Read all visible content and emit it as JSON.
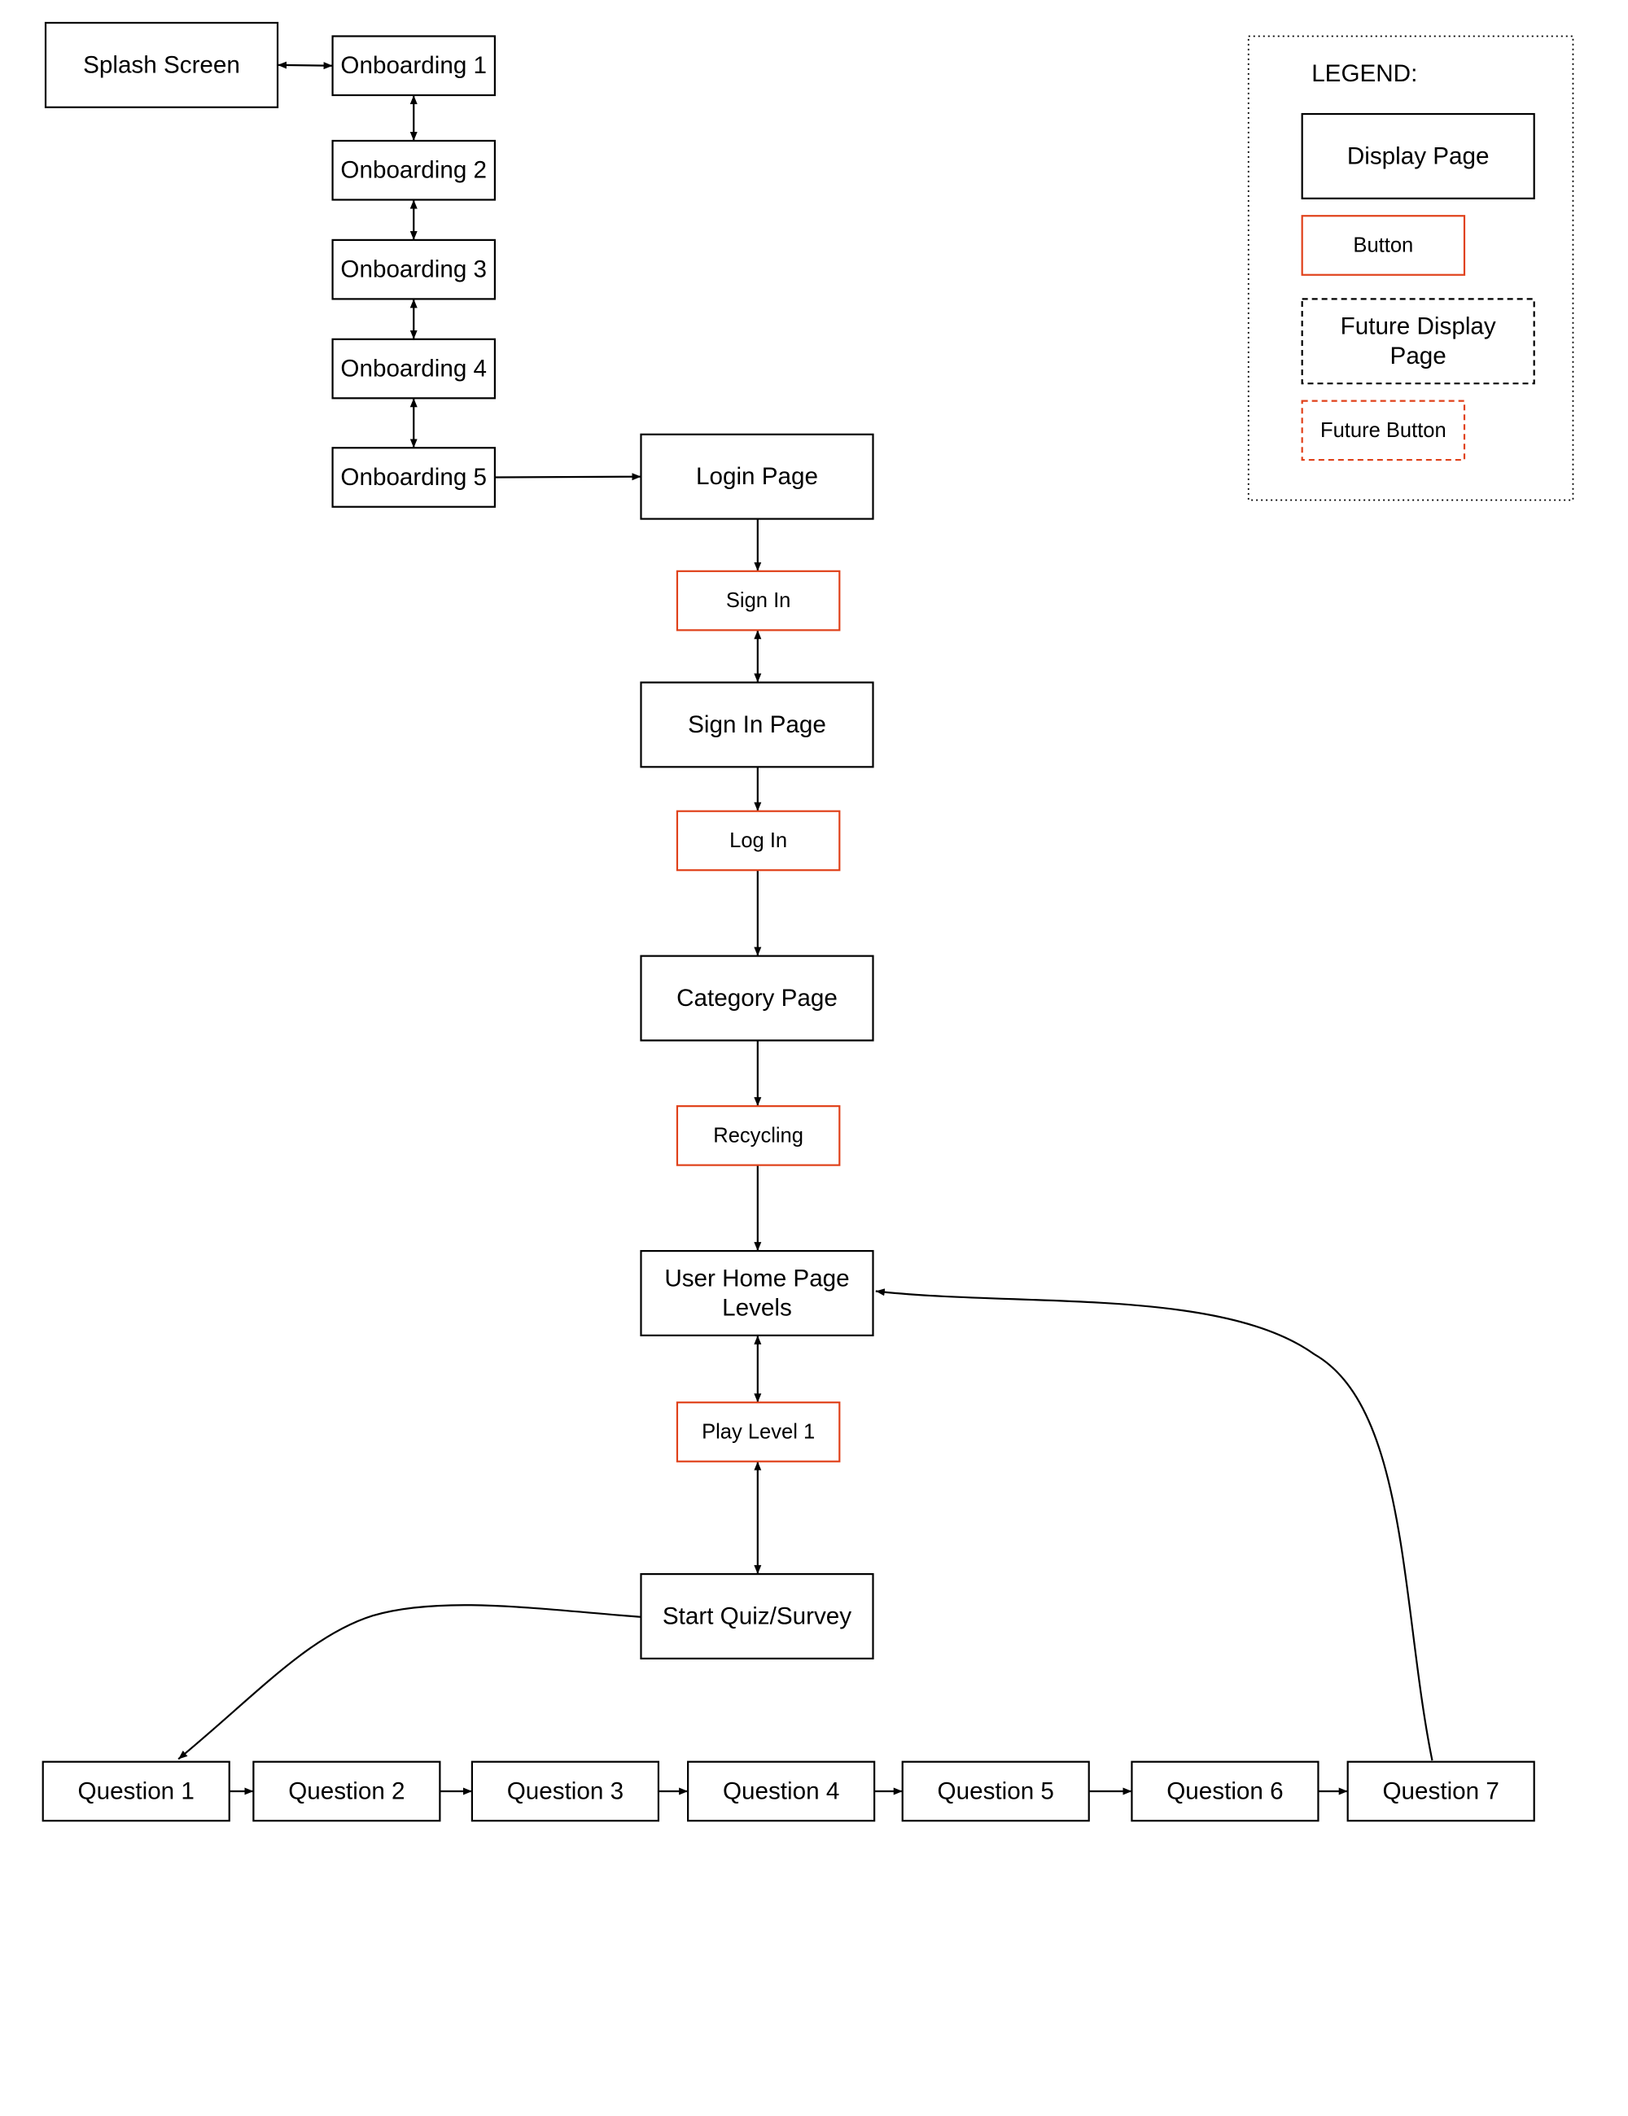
{
  "colors": {
    "page_border": "#000000",
    "button_border": "#e0411a",
    "edge": "#000000",
    "text": "#000000",
    "background": "#ffffff"
  },
  "nodes": {
    "splash_screen": {
      "lines": [
        "Splash Screen"
      ],
      "kind": "page"
    },
    "onboarding_1": {
      "lines": [
        "Onboarding 1"
      ],
      "kind": "page"
    },
    "onboarding_2": {
      "lines": [
        "Onboarding 2"
      ],
      "kind": "page"
    },
    "onboarding_3": {
      "lines": [
        "Onboarding 3"
      ],
      "kind": "page"
    },
    "onboarding_4": {
      "lines": [
        "Onboarding 4"
      ],
      "kind": "page"
    },
    "onboarding_5": {
      "lines": [
        "Onboarding 5"
      ],
      "kind": "page"
    },
    "login_page": {
      "lines": [
        "Login Page"
      ],
      "kind": "page"
    },
    "sign_in": {
      "lines": [
        "Sign In"
      ],
      "kind": "button"
    },
    "sign_in_page": {
      "lines": [
        "Sign In Page"
      ],
      "kind": "page"
    },
    "log_in": {
      "lines": [
        "Log In"
      ],
      "kind": "button"
    },
    "category_page": {
      "lines": [
        "Category Page"
      ],
      "kind": "page"
    },
    "recycling": {
      "lines": [
        "Recycling"
      ],
      "kind": "button"
    },
    "user_home_page": {
      "lines": [
        "User Home Page",
        "Levels"
      ],
      "kind": "page"
    },
    "play_level_1": {
      "lines": [
        "Play Level 1"
      ],
      "kind": "button"
    },
    "start_quiz": {
      "lines": [
        "Start Quiz/Survey"
      ],
      "kind": "page"
    },
    "question_1": {
      "lines": [
        "Question 1"
      ],
      "kind": "page"
    },
    "question_2": {
      "lines": [
        "Question 2"
      ],
      "kind": "page"
    },
    "question_3": {
      "lines": [
        "Question 3"
      ],
      "kind": "page"
    },
    "question_4": {
      "lines": [
        "Question 4"
      ],
      "kind": "page"
    },
    "question_5": {
      "lines": [
        "Question 5"
      ],
      "kind": "page"
    },
    "question_6": {
      "lines": [
        "Question 6"
      ],
      "kind": "page"
    },
    "question_7": {
      "lines": [
        "Question 7"
      ],
      "kind": "page"
    }
  },
  "edges": [
    {
      "from": "splash_screen",
      "to": "onboarding_1",
      "direction": "both"
    },
    {
      "from": "onboarding_1",
      "to": "onboarding_2",
      "direction": "both"
    },
    {
      "from": "onboarding_2",
      "to": "onboarding_3",
      "direction": "both"
    },
    {
      "from": "onboarding_3",
      "to": "onboarding_4",
      "direction": "both"
    },
    {
      "from": "onboarding_4",
      "to": "onboarding_5",
      "direction": "both"
    },
    {
      "from": "onboarding_5",
      "to": "login_page",
      "direction": "forward"
    },
    {
      "from": "login_page",
      "to": "sign_in",
      "direction": "forward"
    },
    {
      "from": "sign_in",
      "to": "sign_in_page",
      "direction": "both"
    },
    {
      "from": "sign_in_page",
      "to": "log_in",
      "direction": "forward"
    },
    {
      "from": "log_in",
      "to": "category_page",
      "direction": "forward"
    },
    {
      "from": "category_page",
      "to": "recycling",
      "direction": "forward"
    },
    {
      "from": "recycling",
      "to": "user_home_page",
      "direction": "forward"
    },
    {
      "from": "user_home_page",
      "to": "play_level_1",
      "direction": "both"
    },
    {
      "from": "play_level_1",
      "to": "start_quiz",
      "direction": "both"
    },
    {
      "from": "start_quiz",
      "to": "question_1",
      "direction": "forward"
    },
    {
      "from": "question_1",
      "to": "question_2",
      "direction": "forward"
    },
    {
      "from": "question_2",
      "to": "question_3",
      "direction": "forward"
    },
    {
      "from": "question_3",
      "to": "question_4",
      "direction": "forward"
    },
    {
      "from": "question_4",
      "to": "question_5",
      "direction": "forward"
    },
    {
      "from": "question_5",
      "to": "question_6",
      "direction": "forward"
    },
    {
      "from": "question_6",
      "to": "question_7",
      "direction": "forward"
    },
    {
      "from": "question_7",
      "to": "user_home_page",
      "direction": "forward"
    }
  ],
  "legend": {
    "title": "LEGEND:",
    "items": [
      {
        "key": "display_page",
        "lines": [
          "Display Page"
        ],
        "kind": "page"
      },
      {
        "key": "button",
        "lines": [
          "Button"
        ],
        "kind": "button"
      },
      {
        "key": "future_display_page",
        "lines": [
          "Future Display",
          "Page"
        ],
        "kind": "future-page"
      },
      {
        "key": "future_button",
        "lines": [
          "Future Button"
        ],
        "kind": "future-button"
      }
    ]
  }
}
